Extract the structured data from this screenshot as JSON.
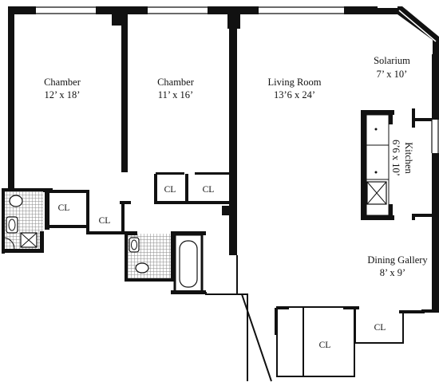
{
  "rooms": {
    "chamber1": {
      "name": "Chamber",
      "size": "12’ x 18’"
    },
    "chamber2": {
      "name": "Chamber",
      "size": "11’ x 16’"
    },
    "living": {
      "name": "Living Room",
      "size": "13’6 x 24’"
    },
    "solarium": {
      "name": "Solarium",
      "size": "7’ x 10’"
    },
    "kitchen": {
      "name": "Kitchen",
      "size": "6’6 x 10’"
    },
    "dining": {
      "name": "Dining Gallery",
      "size": "8’ x 9’"
    }
  },
  "closets": {
    "cl1": "CL",
    "cl2": "CL",
    "cl3": "CL",
    "cl4": "CL",
    "cl5": "CL",
    "cl6": "CL"
  },
  "colors": {
    "wall": "#111111",
    "floor": "#ffffff",
    "tile": "#9a9a9a"
  }
}
